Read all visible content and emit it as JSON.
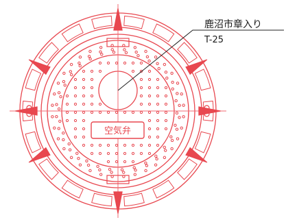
{
  "annotation": {
    "name": "鹿沼市章入り",
    "load": "T-25"
  },
  "plate_label": "空気弁",
  "colors": {
    "line": "#e8474f",
    "center_line": "#f06a70",
    "leader": "#222222",
    "text": "#1a1a1a",
    "background": "#ffffff"
  }
}
